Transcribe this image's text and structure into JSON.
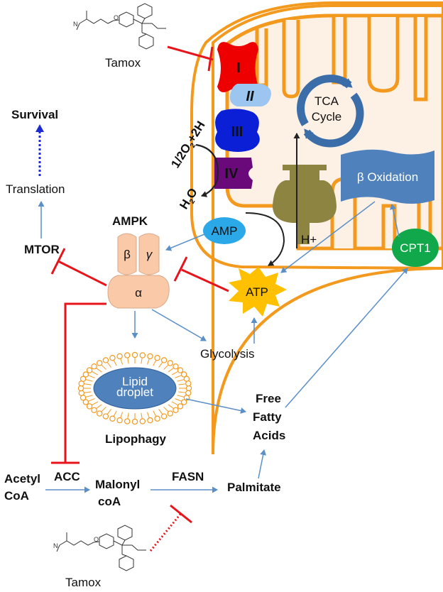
{
  "drug": {
    "top_label": "Tamox",
    "bottom_label": "Tamox"
  },
  "complexes": {
    "c1": "I",
    "c2": "II",
    "c3": "III",
    "c4": "IV"
  },
  "oxygen": {
    "o2_a": "1/2O",
    "o2_sub": "2",
    "o2_b": "+2H",
    "water_a": "H",
    "water_sub": "2",
    "water_b": "O"
  },
  "mitochondria": {
    "tca_line1": "TCA",
    "tca_line2": "Cycle",
    "beta_oxidation": "β Oxidation",
    "proton": "H+",
    "cpt1": "CPT1"
  },
  "signaling": {
    "survival": "Survival",
    "translation": "Translation",
    "mtor": "MTOR",
    "ampk": "AMPK",
    "beta": "β",
    "gamma": "γ",
    "alpha": "α",
    "amp": "AMP",
    "atp": "ATP",
    "glycolysis": "Glycolysis"
  },
  "lipid": {
    "droplet_line1": "Lipid",
    "droplet_line2": "droplet",
    "lipophagy": "Lipophagy",
    "ffa_line1": "Free",
    "ffa_line2": "Fatty",
    "ffa_line3": "Acids",
    "acetyl_line1": "Acetyl",
    "acetyl_line2": "CoA",
    "acc": "ACC",
    "malonyl_line1": "Malonyl",
    "malonyl_line2": "coA",
    "fasn": "FASN",
    "palmitate": "Palmitate"
  },
  "colors": {
    "mito_membrane": "#f39a1e",
    "mito_fill": "#fdf1e6",
    "complex_I": "#ee0000",
    "complex_II": "#9cc6f0",
    "complex_III": "#0a1fd6",
    "complex_IV": "#6a0a7a",
    "amp": "#2ba8e8",
    "atp": "#ffc000",
    "cpt1": "#10a84a",
    "ampk": "#f9c9a8",
    "atp_synthase": "#8c8440",
    "beta_ox_banner": "#4f81bd",
    "tca_arrows": "#3b6ea8",
    "activation_arrow": "#5b8fc7",
    "inhibition": "#e8141b",
    "survival_dots": "#1d2ad0",
    "lipid_droplet": "#4f81bd"
  }
}
